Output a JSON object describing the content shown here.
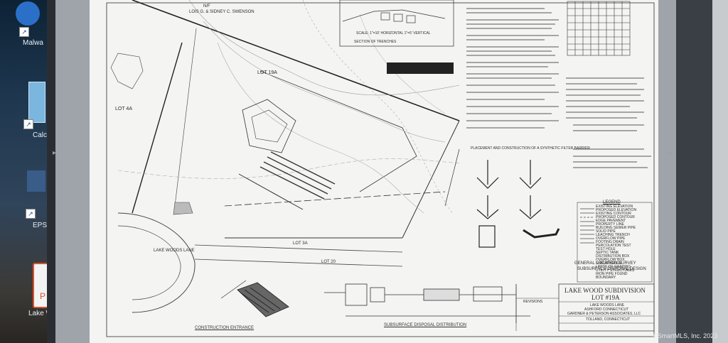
{
  "desktop": {
    "icons": [
      {
        "label": "Malwa",
        "name": "malwarebytes-icon"
      },
      {
        "label": "Calc",
        "name": "calculator-icon"
      },
      {
        "label": "EPSO",
        "name": "epson-icon"
      },
      {
        "label": "Lake Wo",
        "name": "pdf-file-icon"
      }
    ]
  },
  "plan": {
    "owner_line1": "N/F",
    "owner_line2": "LOIS G. & SIDNEY C. SWENSON",
    "lot_19a": "LOT 19A",
    "lot_4a": "LOT 4A",
    "lot_3a": "LOT 3A",
    "lot_20": "LOT 20",
    "road_label": "LAKE WOODS LANE",
    "construction_entrance": "CONSTRUCTION ENTRANCE",
    "distribution_title": "SUBSURFACE DISPOSAL DISTRIBUTION",
    "section_scale": "SCALE: 1\"=10' HORIZONTAL  1\"=5' VERTICAL",
    "section_title": "SECTION OF TRENCHES",
    "barrier_title": "PLACEMENT AND CONSTRUCTION OF A SYNTHETIC FILTER BARRIER",
    "legend_title": "LEGEND",
    "legend_items": [
      "EXISTING ELEVATION",
      "PROPOSED ELEVATION",
      "EXISTING CONTOUR",
      "PROPOSED CONTOUR",
      "EDGE PAVEMENT",
      "PROPERTY LINE",
      "BUILDING SEWER PIPE",
      "SOLID PIPE",
      "LEACHING TRENCH",
      "OVERFLOW PIPE",
      "FOOTING DRAIN",
      "PERCOLATION TEST",
      "TEST HOLE",
      "SEPTIC TANK",
      "DISTRIBUTION BOX",
      "OVERFLOW BOX",
      "SHRUB/HEDGE",
      "LIMITS OF GRADING",
      "UTILITY STRUCTURES",
      "IRON PIPE FOUND",
      "BOUNDARY"
    ]
  },
  "title_block": {
    "line1": "GENERAL LOCATION SURVEY",
    "line2": "SUBSURFACE DISPOSAL DESIGN",
    "line3": "LAKE WOOD SUBDIVISION",
    "line4": "LOT #19A",
    "line5": "LAKE WOODS LANE",
    "line6": "ASHFORD CONNECTICUT",
    "line7": "GARDNER & PETERSON ASSOCIATES, LLC",
    "line8": "TOLLAND, CONNECTICUT",
    "revisions": "REVISIONS"
  },
  "watermark": "©SmartMLS, Inc. 2023"
}
